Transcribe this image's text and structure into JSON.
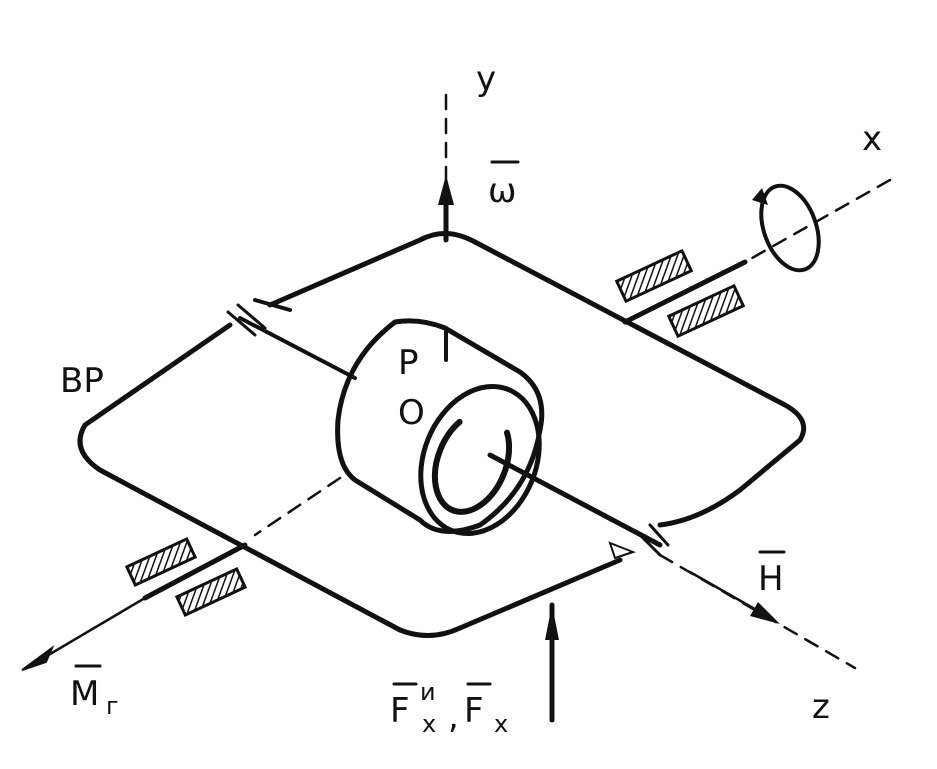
{
  "labels": {
    "axis_y": "y",
    "axis_x": "x",
    "axis_z": "z",
    "omega": "ω",
    "frame": "BP",
    "point_p": "P",
    "point_o": "O",
    "momentum": "H",
    "moment": "M",
    "moment_sub": "г",
    "force_main": "F",
    "force_main_sup": "и",
    "force_main_sub": "x",
    "separator": ",",
    "force_second": "F",
    "force_second_sub": "x"
  },
  "colors": {
    "ink": "#111111",
    "background": "#ffffff"
  }
}
